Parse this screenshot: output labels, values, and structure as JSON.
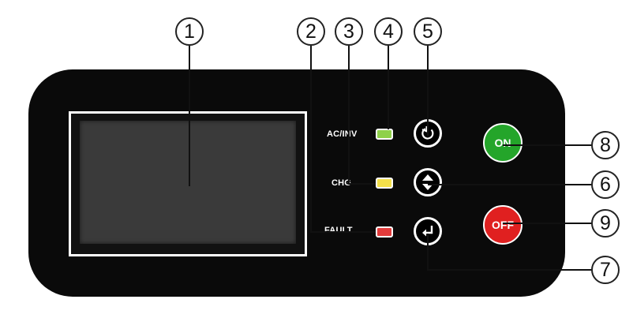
{
  "colors": {
    "panel": "#0a0a0a",
    "lcd": "#3a3a3a",
    "led_ac_inv": "#8fd14a",
    "led_chg": "#f4e04a",
    "led_fault": "#e23b3b",
    "btn_on": "#24a52a",
    "btn_off": "#e02020",
    "leader_line": "#111111"
  },
  "indicators": {
    "ac_inv": "AC/INV",
    "chg": "CHG",
    "fault": "FAULT"
  },
  "buttons": {
    "on": "ON",
    "off": "OFF",
    "esc_icon": "refresh-icon",
    "updown_icon": "up-down-arrows-icon",
    "enter_icon": "enter-icon"
  },
  "callouts": {
    "c1": "1",
    "c2": "2",
    "c3": "3",
    "c4": "4",
    "c5": "5",
    "c6": "6",
    "c7": "7",
    "c8": "8",
    "c9": "9"
  }
}
